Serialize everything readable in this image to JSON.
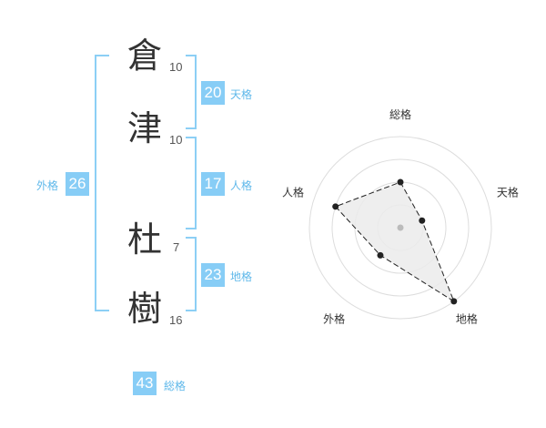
{
  "characters": [
    {
      "char": "倉",
      "strokes": "10"
    },
    {
      "char": "津",
      "strokes": "10"
    },
    {
      "char": "杜",
      "strokes": "7"
    },
    {
      "char": "樹",
      "strokes": "16"
    }
  ],
  "fortune": {
    "tenkaku": {
      "value": "20",
      "label": "天格"
    },
    "jinkaku": {
      "value": "17",
      "label": "人格"
    },
    "chikaku": {
      "value": "23",
      "label": "地格"
    },
    "gaikaku": {
      "value": "26",
      "label": "外格"
    },
    "soukaku": {
      "value": "43",
      "label": "総格"
    }
  },
  "colors": {
    "accent": "#87cdf6",
    "label": "#5fb8ea",
    "bracket": "#8ccff5"
  },
  "chart_data": {
    "type": "radar",
    "categories": [
      "総格",
      "天格",
      "地格",
      "外格",
      "人格"
    ],
    "values": [
      2.0,
      1.0,
      4.0,
      1.5,
      3.0
    ],
    "rlim": [
      0,
      4
    ],
    "rings": 4
  }
}
